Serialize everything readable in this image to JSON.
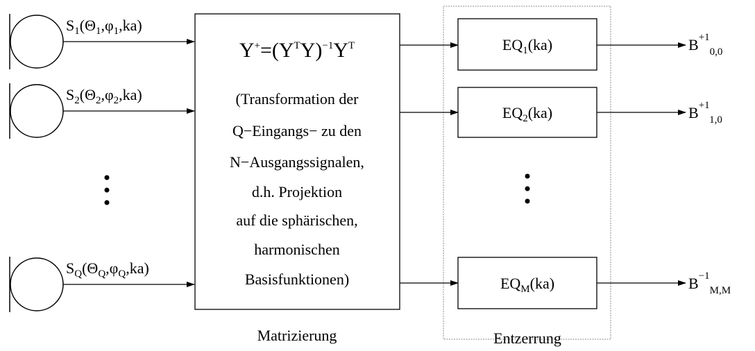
{
  "inputs": [
    {
      "base": "S",
      "sub": "1",
      "args": [
        "(Θ",
        "1",
        ",φ",
        "1",
        ",ka)"
      ]
    },
    {
      "base": "S",
      "sub": "2",
      "args": [
        "(Θ",
        "2",
        ",φ",
        "2",
        ",ka)"
      ]
    },
    {
      "base": "S",
      "sub": "Q",
      "args": [
        "(Θ",
        "Q",
        ",φ",
        "Q",
        ",ka)"
      ]
    }
  ],
  "matrix_block": {
    "formula": {
      "lhs": "Y",
      "lhs_sup": "+",
      "eq": "=(Y",
      "t_sup": "T",
      "mid": "Y)",
      "inv_sup": "−1",
      "rhs": "Y",
      "rhs_sup": "T"
    },
    "description_lines": [
      "(Transformation der",
      "Q−Eingangs− zu den",
      "N−Ausgangssignalen,",
      "d.h. Projektion",
      "auf die sphärischen,",
      "harmonischen",
      "Basisfunktionen)"
    ],
    "caption": "Matrizierung"
  },
  "equalizers": [
    {
      "base": "EQ",
      "sub": "1",
      "suffix": "(ka)"
    },
    {
      "base": "EQ",
      "sub": "2",
      "suffix": "(ka)"
    },
    {
      "base": "EQ",
      "sub": "M",
      "suffix": "(ka)"
    }
  ],
  "equalizer_caption": "Entzerrung",
  "outputs": [
    {
      "base": "B",
      "sup": "+1",
      "sub": "0,0"
    },
    {
      "base": "B",
      "sup": "+1",
      "sub": "1,0"
    },
    {
      "base": "B",
      "sup": "−1",
      "sub": "M,M"
    }
  ]
}
